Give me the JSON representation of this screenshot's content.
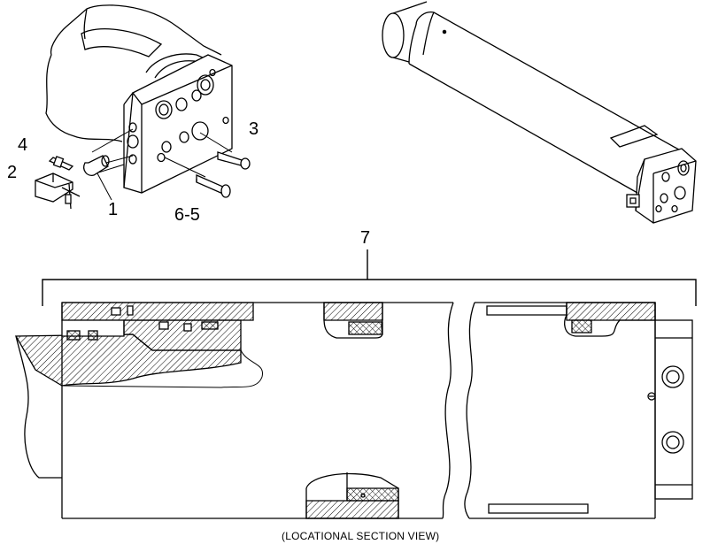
{
  "callouts": {
    "c1": "1",
    "c2": "2",
    "c3": "3",
    "c4": "4",
    "c65": "6-5",
    "c7": "7"
  },
  "caption": "(LOCATIONAL SECTION VIEW)",
  "colors": {
    "line": "#000000",
    "background": "#ffffff",
    "hatch": "#000000"
  }
}
